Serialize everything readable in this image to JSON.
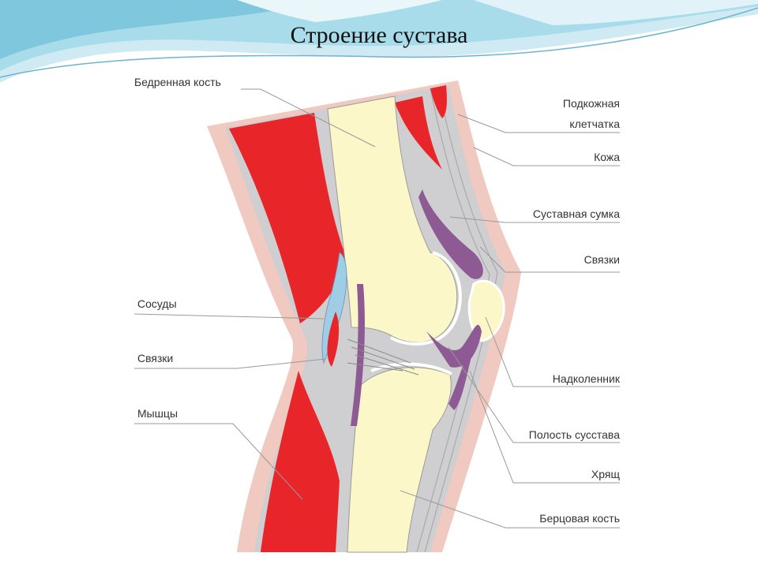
{
  "title": "Строение сустава",
  "labels": {
    "femur": "Бедренная кость",
    "subcutaneous_1": "Подкожная",
    "subcutaneous_2": "клетчатка",
    "skin": "Кожа",
    "capsule": "Суставная сумка",
    "ligaments_right": "Связки",
    "vessels": "Сосуды",
    "ligaments_left": "Связки",
    "patella": "Надколенник",
    "muscles": "Мышцы",
    "joint_cavity": "Полость сусстава",
    "cartilage": "Хрящ",
    "tibia": "Берцовая кость"
  },
  "colors": {
    "muscle": "#e8262a",
    "bone": "#fbf7c8",
    "tissue": "#cfcfd1",
    "skin": "#f0c9c0",
    "capsule": "#8d5a93",
    "vessel": "#9fcde6",
    "accent_wave": "#8fcfe0"
  }
}
